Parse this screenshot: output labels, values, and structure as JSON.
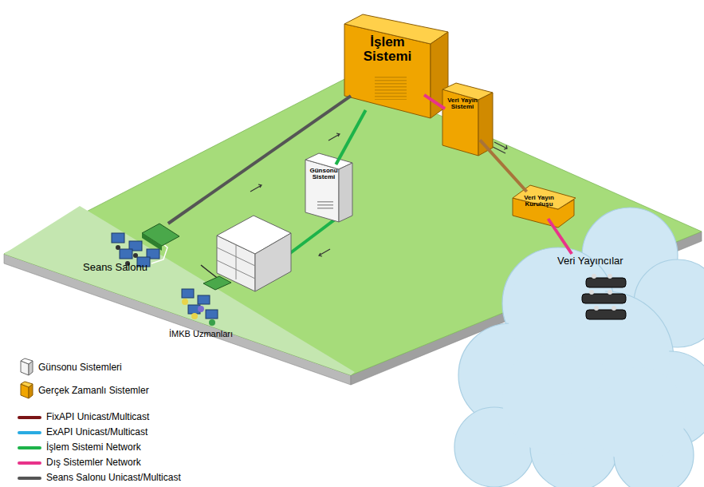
{
  "diagram": {
    "nodes": [
      {
        "text": [
          "İşlem Sistemi"
        ]
      },
      {
        "text": [
          "Veri Yayın Sistemi"
        ]
      },
      {
        "text": [
          "Günsonu Sistemi"
        ]
      },
      {
        "text": [
          "Veri Yayın Kuruluşu"
        ]
      },
      {
        "text": [
          "Seans Salonu"
        ]
      },
      {
        "text": [
          "İMKB Uzmanları"
        ]
      },
      {
        "text": [
          "Veri Yayıncılar"
        ]
      }
    ],
    "edges": [
      {
        "from": 4,
        "to": 0,
        "arrow": "none"
      },
      {
        "from": 0,
        "to": 2,
        "arrow": "none"
      },
      {
        "from": 0,
        "to": 1,
        "arrow": "none"
      },
      {
        "from": 1,
        "to": 3,
        "arrow": "none"
      },
      {
        "from": 3,
        "to": 6,
        "arrow": "none"
      }
    ],
    "legend": [
      {
        "text": "Günsonu Sistemleri"
      },
      {
        "text": "Gerçek Zamanlı Sistemler"
      },
      {
        "text": "FixAPI Unicast/Multicast",
        "color": "#7b1416"
      },
      {
        "text": "ExAPI Unicast/Multicast",
        "color": "#29abe2"
      },
      {
        "text": "İşlem Sistemi Network",
        "color": "#1db34a"
      },
      {
        "text": "Dış Sistemler Network",
        "color": "#e8338a"
      },
      {
        "text": "Seans Salonu Unicast/Multicast",
        "color": "#555555"
      }
    ]
  }
}
